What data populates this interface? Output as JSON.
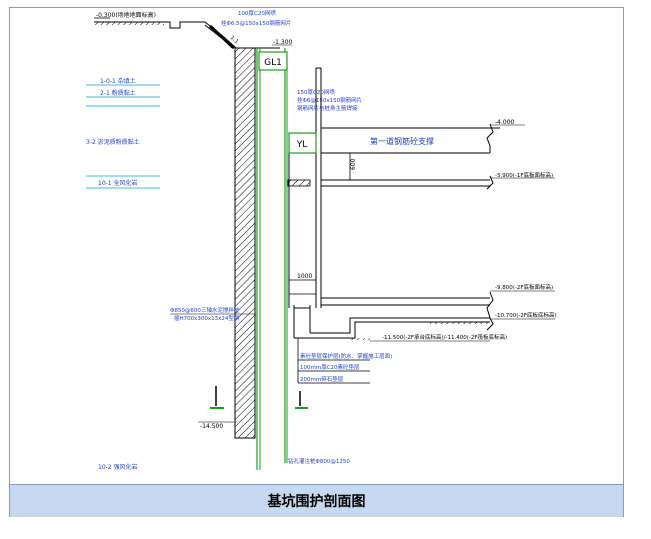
{
  "caption": "基坑围护剖面图",
  "labels": {
    "top_elev": "-0.300(场地地面标高)",
    "slope_note_1": "100厚C20网喷",
    "slope_note_2": "挂Φ6.5@150x150钢筋网片",
    "slope_ratio": "1:1",
    "crown_elev": "-1.300",
    "gl1": "GL1",
    "pile_note_1": "150厚C20网喷",
    "pile_note_2": "挂Φ6@150x150钢筋网片",
    "pile_note_3": "钢筋网片与桩身主筋焊接",
    "yl": "YL",
    "strut": "第一道钢筋砼支撑",
    "elev_4000": "-4.000",
    "dim_600": "600",
    "elev_5900": "-5.900(-1F底板面标高)",
    "elev_9800": "-9.800(-2F底板面标高)",
    "elev_10700": "-10.700(-2F底板底标高)",
    "elev_11500": "-11.500(-2F承台底标高)/-11.400(-2F筏板底标高)",
    "dim_1000": "1000",
    "pile_spec_1": "Φ850@600三轴水泥搅拌桩",
    "pile_spec_2": "插H700x300x13x24型钢",
    "soil_1": "1-0-1 杂填土",
    "soil_2": "2-1 粉质黏土",
    "soil_3": "3-2 淤泥质粉质黏土",
    "soil_4": "10-1 全风化岩",
    "soil_5": "10-2 强风化岩",
    "layer_1": "素砼垫层保护层(防水、掌握施工层面)",
    "layer_2": "100mm厚C20素砼垫层",
    "layer_3": "200mm碎石垫层",
    "bottom_elev": "-14.500",
    "bottom_note": "钻孔灌注桩Φ800@1250"
  },
  "colors": {
    "green": "#1a9f1a",
    "blue": "#1f3fcf",
    "black": "#000000",
    "cyan": "#00a9c9",
    "caption_bg": "#c6d9f0"
  }
}
